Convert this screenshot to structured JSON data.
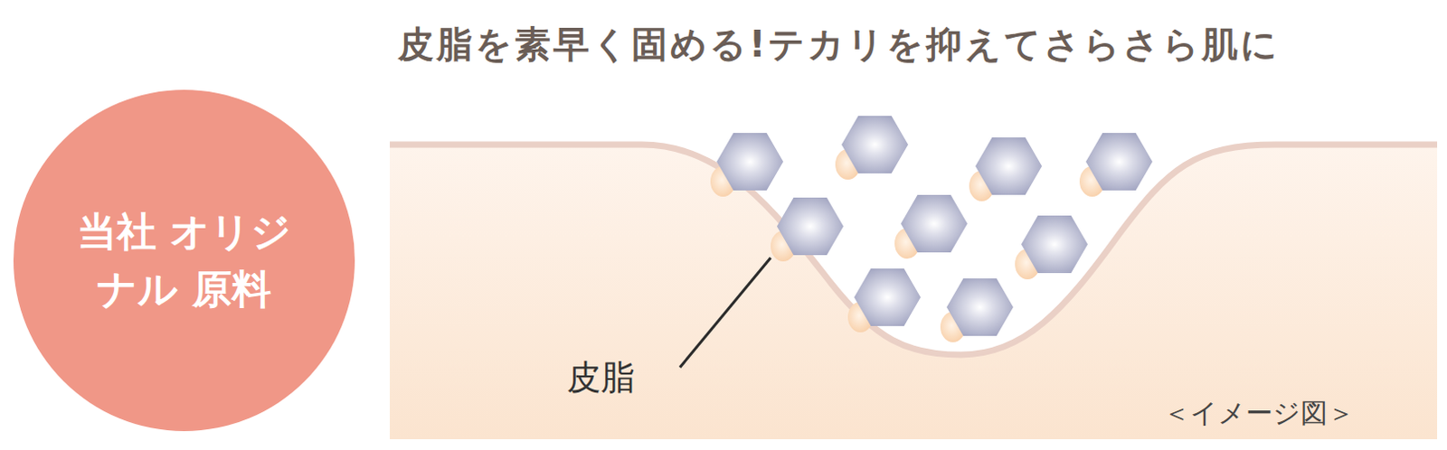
{
  "diagram": {
    "title": "皮脂を素早く固める!テカリを抑えてさらさら肌に",
    "nodes": [
      {
        "text": [
          "当社 オリジナル 原料"
        ]
      }
    ],
    "labels": [
      "皮脂",
      "＜イメージ図＞"
    ]
  }
}
